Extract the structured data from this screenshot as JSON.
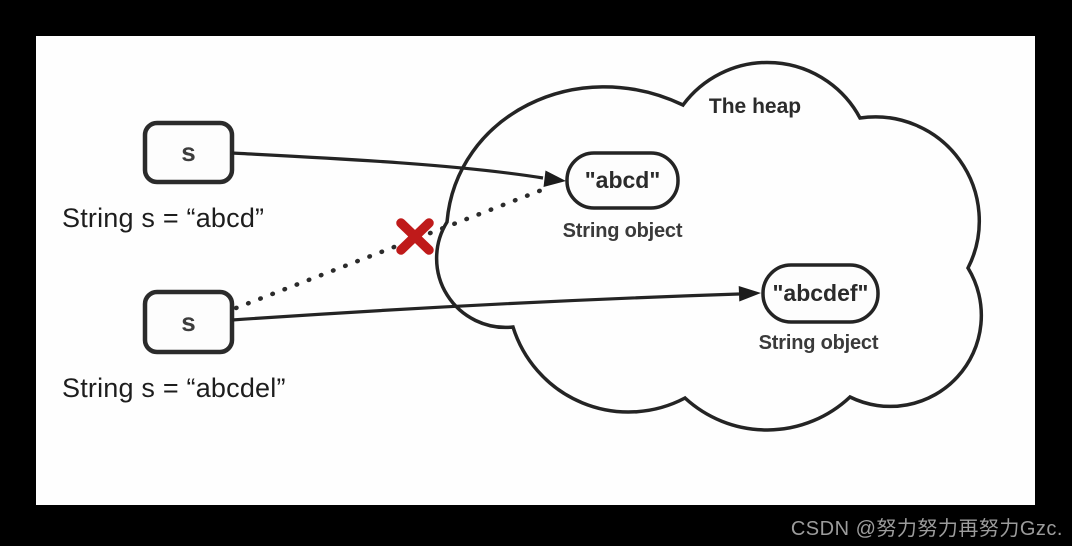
{
  "watermark": "CSDN @努力努力再努力Gzc.",
  "diagram": {
    "heap_label": "The heap",
    "variables": [
      {
        "box_label": "s",
        "declaration": "String s = “abcd”"
      },
      {
        "box_label": "s",
        "declaration": "String s = “abcdel”"
      }
    ],
    "objects": [
      {
        "value": "\"abcd\"",
        "label": "String object"
      },
      {
        "value": "\"abcdef\"",
        "label": "String object"
      }
    ],
    "colors": {
      "stroke": "#242424",
      "cross": "#bf1a1a",
      "page_bg": "#000000",
      "canvas_bg": "#ffffff",
      "watermark_text": "#9c9c9c"
    }
  }
}
